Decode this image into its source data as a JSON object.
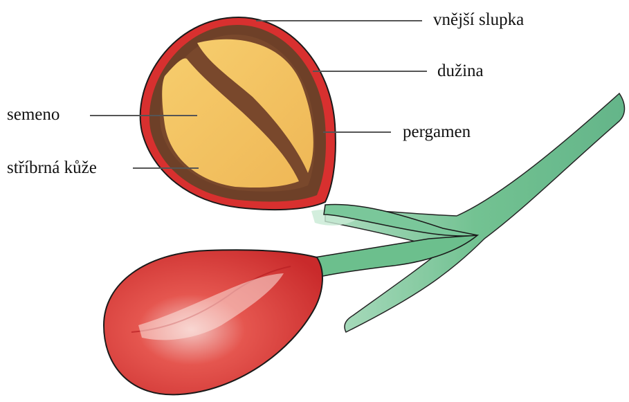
{
  "labels": {
    "outer_skin": "vnější slupka",
    "pulp": "dužina",
    "seed": "semeno",
    "parchment": "pergamen",
    "silver_skin": "stříbrná kůže"
  },
  "colors": {
    "skin_red": "#d8302f",
    "pulp_brown": "#6e4028",
    "seed_yellow": "#f4c565",
    "leaf_green": "#6dbd8c",
    "outline": "#1a1a1a",
    "leader_line": "#555555"
  }
}
